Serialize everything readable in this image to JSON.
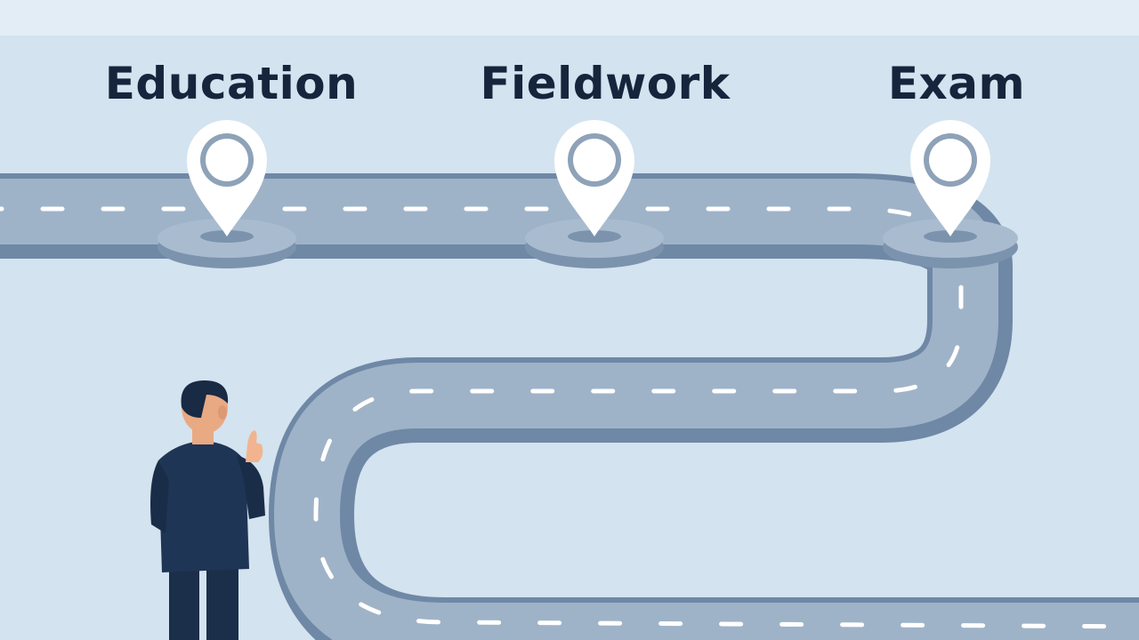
{
  "stages": [
    {
      "label": "Education"
    },
    {
      "label": "Fieldwork"
    },
    {
      "label": "Exam"
    }
  ],
  "colors": {
    "background": "#d3e3ef",
    "road": "#9fb3c8",
    "road_edge": "#6f88a6",
    "lane_marking": "#ffffff",
    "pin": "#ffffff",
    "pin_ring": "#8ea2b8",
    "label_text": "#16253c",
    "suit": "#1f3555"
  },
  "icons": [
    "location-pin-icon",
    "person-figure"
  ]
}
